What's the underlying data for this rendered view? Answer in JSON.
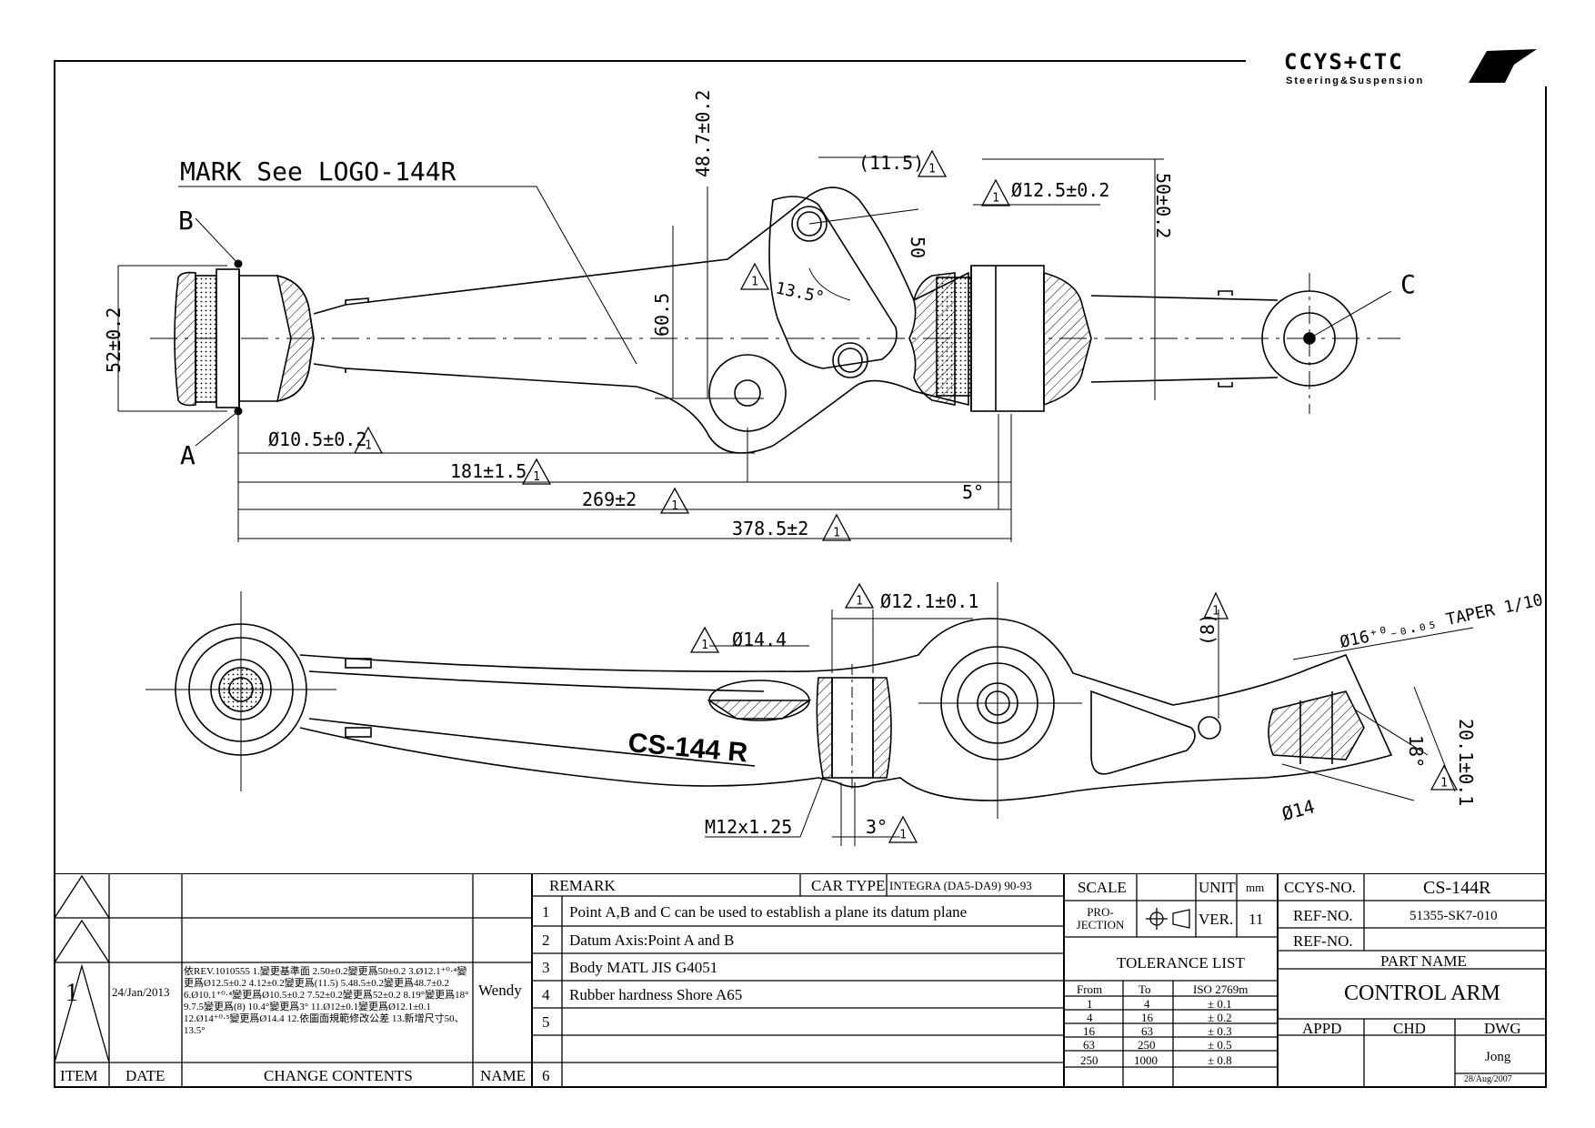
{
  "logo": {
    "brand": "CCYS+CTC",
    "tagline": "Steering&Suspension"
  },
  "top_view": {
    "mark_note": "MARK See LOGO-144R",
    "point_labels": {
      "a": "A",
      "b": "B",
      "c": "C"
    },
    "dims": {
      "height_52": "52±0.2",
      "bore_10_5": "Ø10.5±0.2",
      "len_181": "181±1.5",
      "len_269": "269±2",
      "len_378": "378.5±2",
      "height_48_7": "48.7±0.2",
      "height_60_5": "60.5",
      "dist_11_5": "(11.5)",
      "angle_13_5": "13.5°",
      "dist_50": "50",
      "bore_12_5": "Ø12.5±0.2",
      "height_50": "50±0.2",
      "angle_5": "5°"
    }
  },
  "side_view": {
    "part_label": "CS-144 R",
    "dims": {
      "bore_14_4": "Ø14.4",
      "bore_12_1": "Ø12.1±0.1",
      "dist_8": "(8)",
      "taper": "Ø16⁺⁰₋₀.₀₅ TAPER 1/10",
      "width_20_1": "20.1±0.1",
      "angle_18": "18°",
      "dia_14": "Ø14",
      "thread": "M12x1.25",
      "angle_3": "3°"
    },
    "rev_symbol": "1"
  },
  "revision": {
    "headers": {
      "item": "ITEM",
      "date": "DATE",
      "contents": "CHANGE CONTENTS",
      "name": "NAME"
    },
    "rows": [
      {
        "item": "1",
        "date": "24/Jan/2013",
        "contents": "依REV.1010555 1.變更基準面 2.50±0.2變更爲50±0.2 3.Ø12.1⁺⁰·⁴變更爲Ø12.5±0.2 4.12±0.2變更爲(11.5) 5.48.5±0.2變更爲48.7±0.2 6.Ø10.1⁺⁰·⁴變更爲Ø10.5±0.2 7.52±0.2變更爲52±0.2 8.19°變更爲18° 9.7.5變更爲(8) 10.4°變更爲3° 11.Ø12±0.1變更爲Ø12.1±0.1 12.Ø14⁺⁰·⁵變更爲Ø14.4 12.依圖面規範修改公差 13.新增尺寸50、13.5°",
        "name": "Wendy"
      }
    ]
  },
  "remarks": {
    "header": "REMARK",
    "car_type_label": "CAR TYPE",
    "car_type": "INTEGRA (DA5-DA9) 90-93",
    "items": [
      {
        "no": "1",
        "text": "Point A,B and C can be used to establish a plane its datum plane"
      },
      {
        "no": "2",
        "text": "Datum Axis:Point A and B"
      },
      {
        "no": "3",
        "text": "Body MATL JIS G4051"
      },
      {
        "no": "4",
        "text": "Rubber hardness Shore A65"
      },
      {
        "no": "5",
        "text": ""
      },
      {
        "no": "6",
        "text": ""
      }
    ]
  },
  "spec": {
    "scale_label": "SCALE",
    "unit_label": "UNIT",
    "unit": "mm",
    "projection_label": "PRO-\nJECTION",
    "ver_label": "VER.",
    "ver": "11",
    "tolerance_title": "TOLERANCE LIST",
    "tol_headers": {
      "from": "From",
      "to": "To",
      "iso": "ISO 2769m"
    },
    "tolerances": [
      {
        "from": "1",
        "to": "4",
        "tol": "± 0.1"
      },
      {
        "from": "4",
        "to": "16",
        "tol": "± 0.2"
      },
      {
        "from": "16",
        "to": "63",
        "tol": "± 0.3"
      },
      {
        "from": "63",
        "to": "250",
        "tol": "± 0.5"
      },
      {
        "from": "250",
        "to": "1000",
        "tol": "± 0.8"
      }
    ]
  },
  "part": {
    "ccys_label": "CCYS-NO.",
    "ccys_no": "CS-144R",
    "ref_label": "REF-NO.",
    "ref_no": "51355-SK7-010",
    "ref_label2": "REF-NO.",
    "ref_no2": "",
    "part_name_label": "PART NAME",
    "part_name": "CONTROL ARM",
    "appd_label": "APPD",
    "chd_label": "CHD",
    "dwg_label": "DWG",
    "dwg_by": "Jong",
    "dwg_date": "28/Aug/2007"
  }
}
